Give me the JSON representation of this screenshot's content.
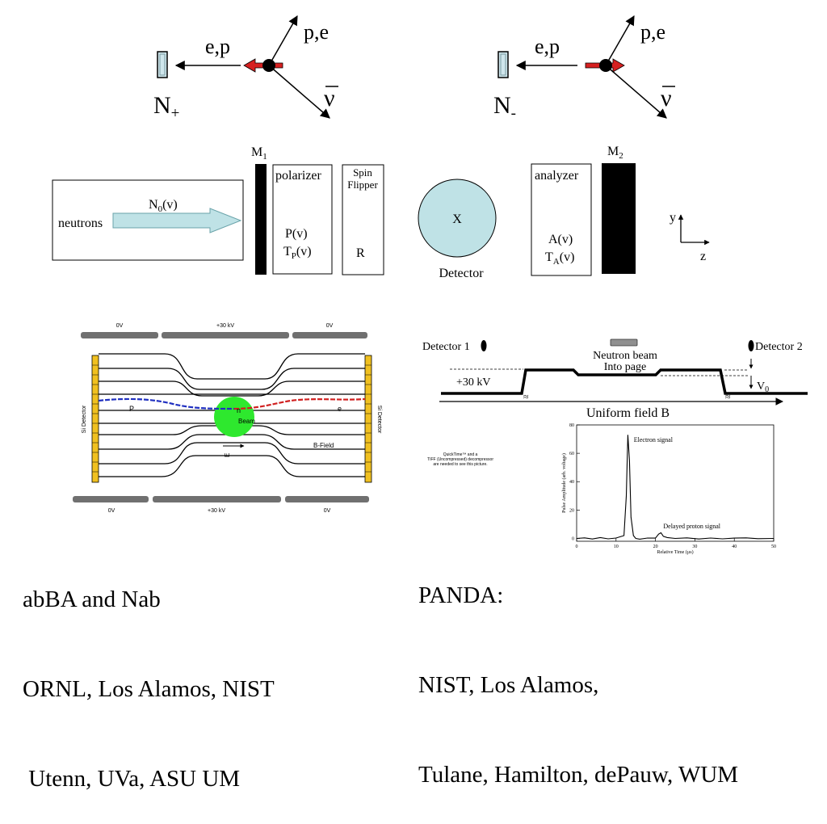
{
  "decay_left": {
    "detector": "N",
    "detector_sub": "+",
    "particle_left": "e,p",
    "particle_up": "p,e",
    "particle_down": "ν"
  },
  "decay_right": {
    "detector": "N",
    "detector_sub": "-",
    "particle_left": "e,p",
    "particle_up": "p,e",
    "particle_down": "ν"
  },
  "setup": {
    "source_label": "neutrons",
    "beam_label": "N",
    "beam_sub": "0",
    "beam_arg": "(v)",
    "mirror1": "M",
    "mirror1_sub": "1",
    "polarizer_title": "polarizer",
    "polarizer_p": "P(v)",
    "polarizer_t": "T",
    "polarizer_t_sub": "P",
    "polarizer_t_arg": "(v)",
    "spin_flipper_line1": "Spin",
    "spin_flipper_line2": "Flipper",
    "spin_flipper_r": "R",
    "detector_x": "X",
    "detector_label": "Detector",
    "analyzer_title": "analyzer",
    "analyzer_a": "A(v)",
    "analyzer_t": "T",
    "analyzer_t_sub": "A",
    "analyzer_t_arg": "(v)",
    "mirror2": "M",
    "mirror2_sub": "2",
    "axis_y": "y",
    "axis_z": "z"
  },
  "abba": {
    "top_voltages": [
      "0V",
      "+30 kV",
      "0V"
    ],
    "bottom_voltages": [
      "0V",
      "+30 kV",
      "0V"
    ],
    "left_detector": "Si Detector",
    "right_detector": "Si Detector",
    "label_p": "P",
    "label_e": "e",
    "label_n": "n",
    "label_beam": "Beam",
    "label_bfield": "B-Field",
    "label_ez": "E"
  },
  "panda": {
    "detector1": "Detector 1",
    "detector2": "Detector 2",
    "beam_line1": "Neutron beam",
    "beam_line2": "Into page",
    "voltage": "+30 kV",
    "v0": "V",
    "v0_sub": "0",
    "field": "Uniform field B",
    "placeholder_line1": "QuickTime™ and a",
    "placeholder_line2": "TIFF (Uncompressed) decompressor",
    "placeholder_line3": "are needed to see this picture."
  },
  "chart_data": {
    "type": "line",
    "title": "",
    "xlabel": "Relative Time (µs)",
    "ylabel": "Pulse Amplitude (arb. voltage)",
    "xlim": [
      0,
      50
    ],
    "ylim": [
      -2,
      80
    ],
    "x_ticks": [
      0,
      10,
      20,
      30,
      40,
      50
    ],
    "y_ticks": [
      0,
      20,
      40,
      60,
      80
    ],
    "series": [
      {
        "x": [
          0,
          2,
          4,
          6,
          8,
          10,
          12,
          12.6,
          13.0,
          13.4,
          13.8,
          14.4,
          15,
          16,
          18,
          20,
          20.8,
          21.4,
          22,
          23,
          25,
          28,
          31,
          34,
          37,
          40,
          43,
          46,
          50
        ],
        "y": [
          0,
          0.4,
          -0.4,
          0.6,
          -0.3,
          0.3,
          2,
          30,
          73,
          55,
          15,
          2,
          0,
          -0.5,
          0.3,
          0.2,
          3,
          4,
          1.5,
          0.6,
          0,
          0.4,
          -0.4,
          0.3,
          -0.3,
          0.2,
          0.4,
          -0.2,
          0
        ]
      }
    ],
    "annotations": [
      "Electron signal",
      "Delayed proton signal"
    ]
  },
  "captions": {
    "left": [
      "abBA and Nab",
      "ORNL, Los Alamos, NIST",
      " Utenn, UVa, ASU UM"
    ],
    "right": [
      "PANDA:",
      "NIST, Los Alamos,",
      "Tulane, Hamilton, dePauw, WUM"
    ]
  }
}
